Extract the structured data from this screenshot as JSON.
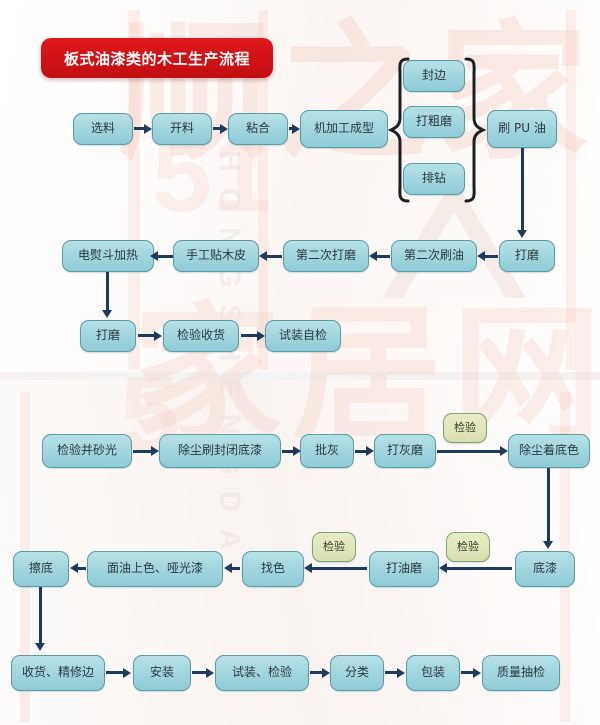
{
  "title": {
    "text": "板式油漆类的木工生产流程",
    "background_color": "#cf1214",
    "text_color": "#ffffff"
  },
  "theme": {
    "node_fill": "#a3d7de",
    "node_border": "#5c9aa6",
    "check_fill": "#e2e6bb",
    "check_border": "#7fa37a",
    "connector_color": "#1f3b5c",
    "page_background": "#ffffff"
  },
  "watermark": {
    "line1": "顺之家",
    "line2": "家居网",
    "number1": "51",
    "number2": "5",
    "vertical": "HONGSHENGDA"
  },
  "section_top": {
    "row1": [
      {
        "label": "选料"
      },
      {
        "label": "开料"
      },
      {
        "label": "粘合"
      },
      {
        "label": "机加工成型"
      }
    ],
    "branch_group": [
      {
        "label": "封边"
      },
      {
        "label": "打粗磨"
      },
      {
        "label": "排钻"
      }
    ],
    "after_branch": {
      "label": "刷 PU 油"
    },
    "row2": [
      {
        "label": "打磨"
      },
      {
        "label": "第二次刷油"
      },
      {
        "label": "第二次打磨"
      },
      {
        "label": "手工贴木皮"
      },
      {
        "label": "电熨斗加热"
      }
    ],
    "row3": [
      {
        "label": "打磨"
      },
      {
        "label": "检验收货"
      },
      {
        "label": "试装自检"
      }
    ]
  },
  "section_bottom": {
    "row4": [
      {
        "label": "检验并砂光"
      },
      {
        "label": "除尘刷封闭底漆"
      },
      {
        "label": "批灰"
      },
      {
        "label": "打灰磨"
      },
      {
        "label": "除尘着底色"
      }
    ],
    "row4_check": {
      "label": "检验"
    },
    "row5": [
      {
        "label": "底漆"
      },
      {
        "label": "打油磨"
      },
      {
        "label": "找色"
      },
      {
        "label": "面油上色、哑光漆"
      },
      {
        "label": "擦底"
      }
    ],
    "row5_check_right": {
      "label": "检验"
    },
    "row5_check_left": {
      "label": "检验"
    },
    "row6": [
      {
        "label": "收货、精修边"
      },
      {
        "label": "安装"
      },
      {
        "label": "试装、检验"
      },
      {
        "label": "分类"
      },
      {
        "label": "包装"
      },
      {
        "label": "质量抽检"
      }
    ]
  }
}
